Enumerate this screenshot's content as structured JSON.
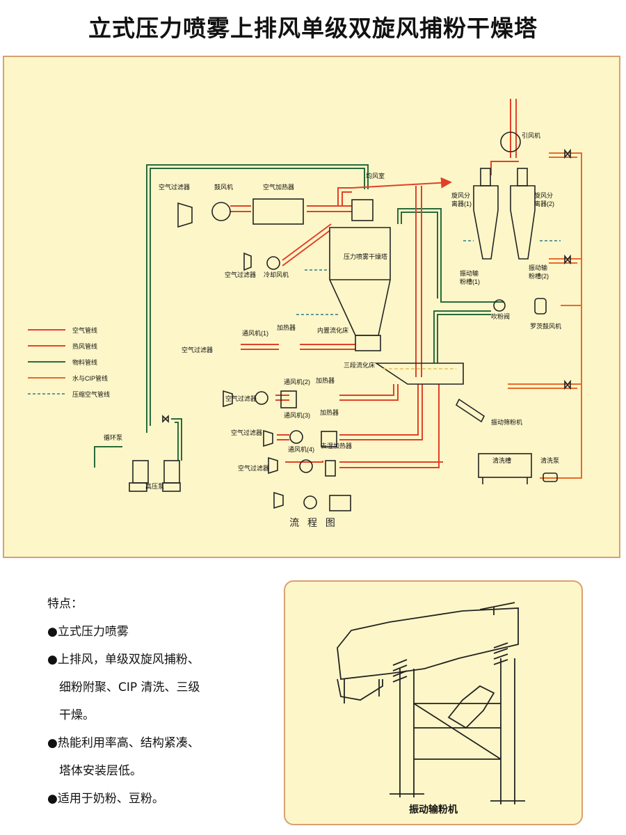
{
  "title": "立式压力喷雾上排风单级双旋风捕粉干燥塔",
  "flowchart": {
    "caption": "流 程 图",
    "labels": {
      "uniform_chamber": "均风室",
      "air_filter_1": "空气过滤器",
      "blower": "鼓风机",
      "air_heater": "空气加热器",
      "induced_fan": "引风机",
      "cyclone_1": [
        "旋风分",
        "离器(1)"
      ],
      "cyclone_2": [
        "旋风分",
        "离器(2)"
      ],
      "tower": "压力喷雾干燥塔",
      "air_filter_2": "空气过滤器",
      "cooling_fan": "冷却风机",
      "vib_trough_1": [
        "振动输",
        "粉槽(1)"
      ],
      "vib_trough_2": [
        "振动输",
        "粉槽(2)"
      ],
      "blow_valve": "吹粉阀",
      "roots_blower": "罗茨鼓风机",
      "vent_fan_1": "通风机(1)",
      "heater_1": "加热器",
      "inner_bed": "内置流化床",
      "air_filter_3": "空气过滤器",
      "three_stage_bed": "三段流化床",
      "vent_fan_2": "通风机(2)",
      "heater_2": "加热器",
      "air_filter_4": "空气过滤器",
      "vent_fan_3": "通风机(3)",
      "heater_3": "加热器",
      "air_filter_5": "空气过滤器",
      "dehumid_heater": "去湿加热器",
      "vent_fan_4": "通风机(4)",
      "air_filter_6": "空气过滤器",
      "vib_sieve": "振动筛粉机",
      "circ_pump": "循环泵",
      "hp_pump": "高压泵",
      "wash_tank": "清洗槽",
      "wash_pump": "清洗泵"
    },
    "legend": [
      {
        "label": "空气管线",
        "color": "#e83a4a"
      },
      {
        "label": "热风管线",
        "color": "#e8402a"
      },
      {
        "label": "物料管线",
        "color": "#2a6a3a"
      },
      {
        "label": "水与CIP管线",
        "color": "#e86a2a"
      },
      {
        "label": "压缩空气管线",
        "color": "#2a7a8a"
      }
    ]
  },
  "features": {
    "title": "特点：",
    "lines": [
      "●立式压力喷雾",
      "●上排风，单级双旋风捕粉、",
      "　细粉附聚、CIP 清洗、三级",
      "　干燥。",
      "●热能利用率高、结构紧凑、",
      "　塔体安装层低。",
      "●适用于奶粉、豆粉。"
    ]
  },
  "machine": {
    "caption": "振动输粉机"
  }
}
